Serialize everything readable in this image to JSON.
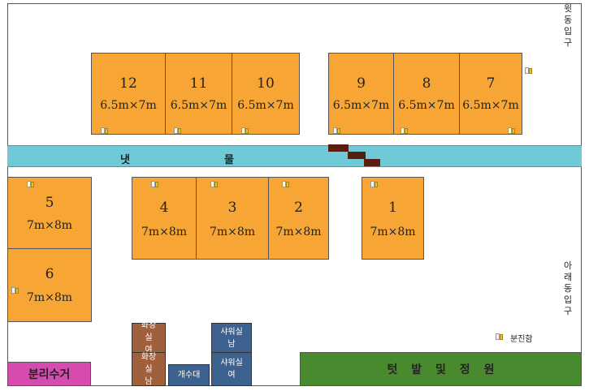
{
  "plots_top": [
    {
      "number": "12",
      "size": "6.5m×7m"
    },
    {
      "number": "11",
      "size": "6.5m×7m"
    },
    {
      "number": "10",
      "size": "6.5m×7m"
    },
    {
      "number": "9",
      "size": "6.5m×7m"
    },
    {
      "number": "8",
      "size": "6.5m×7m"
    },
    {
      "number": "7",
      "size": "6.5m×7m"
    }
  ],
  "plots_bottom": [
    {
      "number": "5",
      "size": "7m×8m"
    },
    {
      "number": "6",
      "size": "7m×8m"
    },
    {
      "number": "4",
      "size": "7m×8m"
    },
    {
      "number": "3",
      "size": "7m×8m"
    },
    {
      "number": "2",
      "size": "7m×8m"
    },
    {
      "number": "1",
      "size": "7m×8m"
    }
  ],
  "stream": {
    "label_left": "냇",
    "label_right": "물",
    "color": "#6fc9d7"
  },
  "entrances": {
    "upper": "윗동입구",
    "lower": "아래동입구"
  },
  "legend": {
    "bin_icon": "compost-bin-icon",
    "label": "분진함"
  },
  "facilities": {
    "restroom_female": "화장실 여",
    "restroom_male": "화장실 남",
    "sink": "개수대",
    "shower_male": "샤워실 남",
    "shower_female": "샤워실 여"
  },
  "recycling": "분리수거",
  "garden": "텃 밭 및 정 원",
  "colors": {
    "plot": "#f7a635",
    "restroom": "#a0603b",
    "shower": "#3d628f",
    "sink": "#3d628f",
    "recycling": "#d64cae",
    "garden": "#4a8a2e"
  }
}
